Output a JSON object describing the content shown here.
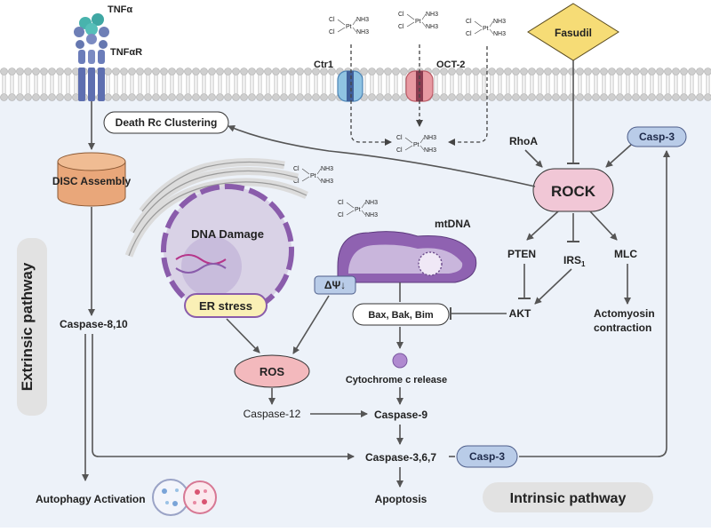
{
  "receptor": {
    "ligand": "TNFα",
    "receptor": "TNFαR"
  },
  "transporters": {
    "ctr1": "Ctr1",
    "oct2": "OCT-2"
  },
  "drug": {
    "name": "Fasudil"
  },
  "molecule": {
    "cl": "Cl",
    "pt": "Pt",
    "nh3": "NH3"
  },
  "extrinsic": {
    "death_rc": "Death Rc Clustering",
    "disc": "DISC Assembly",
    "caspase_8_10": "Caspase-8,10",
    "autophagy": "Autophagy Activation",
    "label": "Extrinsic pathway"
  },
  "cell": {
    "dna_damage": "DNA Damage",
    "er_stress": "ER stress",
    "ros": "ROS",
    "caspase_12": "Caspase-12",
    "mtdna": "mtDNA",
    "delta_psi": "ΔΨ↓",
    "bax": "Bax, Bak, Bim",
    "cyto_c": "Cytochrome c release",
    "caspase_9": "Caspase-9",
    "caspase_367": "Caspase-3,6,7",
    "apoptosis": "Apoptosis"
  },
  "rock": {
    "rhoa": "RhoA",
    "rock": "ROCK",
    "casp3_top": "Casp-3",
    "casp3_bottom": "Casp-3",
    "pten": "PTEN",
    "irs": "IRS",
    "irs_sub": "1",
    "mlc": "MLC",
    "akt": "AKT",
    "actomyosin": "Actomyosin contraction"
  },
  "intrinsic": {
    "label": "Intrinsic pathway"
  },
  "colors": {
    "membrane_head": "#c9c9c9",
    "cytoplasm": "#edf2f9",
    "disc_fill": "#e9a77a",
    "rock_fill": "#f1c7d6",
    "ros_fill": "#f3b9bd",
    "er_fill": "#faf0b6",
    "pill_blue": "#b9cce8",
    "nucleus_purple": "#8a5cab",
    "mito_purple": "#8f62b1",
    "fasudil_yellow": "#f6dc76"
  }
}
